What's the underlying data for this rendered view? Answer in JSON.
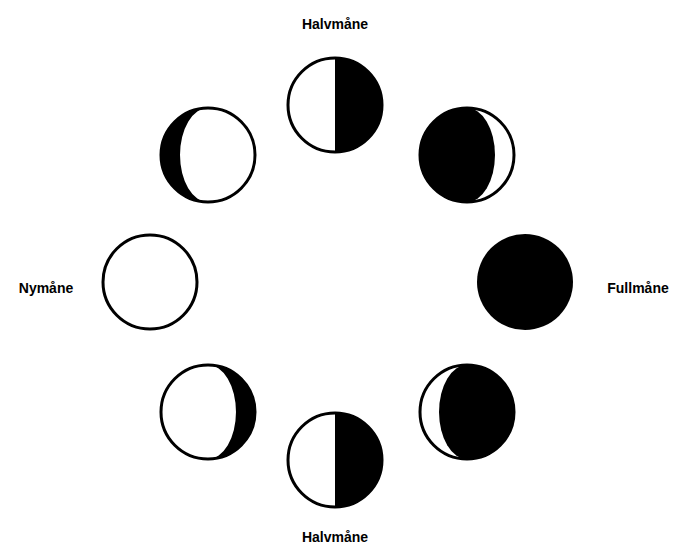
{
  "diagram": {
    "labels": [
      "Halvmåne",
      "Nymåne",
      "Fullmåne",
      "Halvmåne"
    ]
  }
}
